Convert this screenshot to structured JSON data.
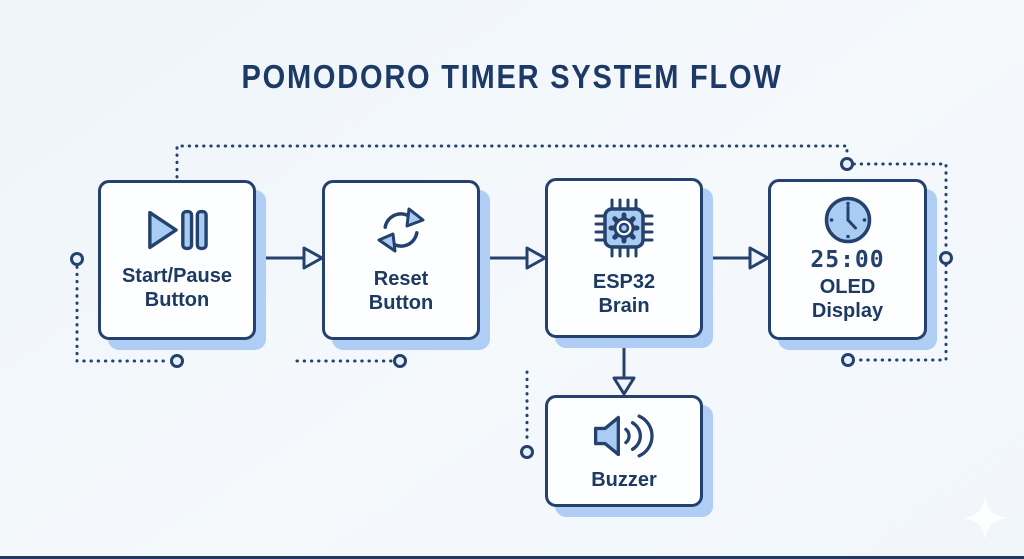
{
  "title": "POMODORO TIMER SYSTEM FLOW",
  "nodes": [
    {
      "id": "start-pause-button",
      "line1": "Start/Pause",
      "line2": "Button",
      "icon": "play-pause-icon"
    },
    {
      "id": "reset-button",
      "line1": "Reset",
      "line2": "Button",
      "icon": "reset-arrows-icon"
    },
    {
      "id": "esp32-brain",
      "line1": "ESP32",
      "line2": "Brain",
      "icon": "chip-gear-icon"
    },
    {
      "id": "oled-display",
      "line1": "OLED",
      "line2": "Display",
      "icon": "clock-icon",
      "screen_value": "25:00"
    },
    {
      "id": "buzzer",
      "line1": "Buzzer",
      "icon": "speaker-icon"
    }
  ],
  "connections": {
    "solid": [
      {
        "from": "Start/Pause Button",
        "to": "Reset Button"
      },
      {
        "from": "Reset Button",
        "to": "ESP32 Brain"
      },
      {
        "from": "ESP32 Brain",
        "to": "OLED Display"
      },
      {
        "from": "ESP32 Brain",
        "to": "Buzzer"
      }
    ],
    "dotted": [
      "feedback line across the top from Start/Pause Button to node above OLED Display",
      "bracket down the right side of OLED Display with node dots",
      "stub from left-edge node down and under Start/Pause Button",
      "stub under Reset Button ending in node dot",
      "stub left of Buzzer ending in node dot"
    ]
  },
  "colors": {
    "navy": "#24426d",
    "text_navy": "#1d3a63",
    "icon_fill_blue": "#a9cdf2",
    "shadow_blue": "#b0cdf5",
    "box_fill": "#fdfeff",
    "background": "#f1f6fb",
    "arrowhead_fill": "#eef5fc"
  }
}
